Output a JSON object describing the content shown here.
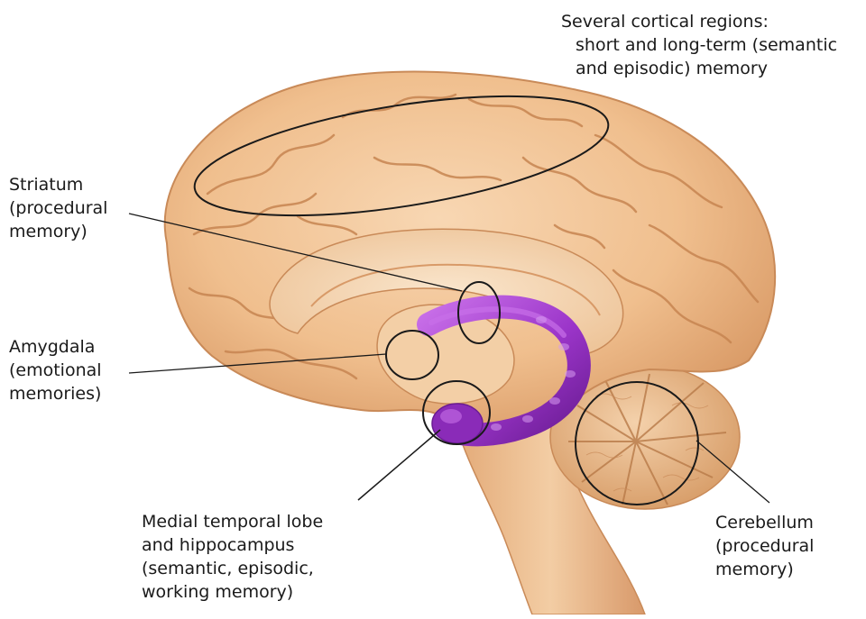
{
  "labels": {
    "cortical": {
      "line1": "Several cortical regions:",
      "line2": "short and long-term (semantic",
      "line3": "and episodic) memory"
    },
    "striatum": {
      "line1": "Striatum",
      "line2": "(procedural",
      "line3": "memory)"
    },
    "amygdala": {
      "line1": "Amygdala",
      "line2": "(emotional",
      "line3": "memories)"
    },
    "mtl": {
      "line1": "Medial temporal lobe",
      "line2": "and hippocampus",
      "line3": "(semantic, episodic,",
      "line4": "working memory)"
    },
    "cerebellum": {
      "line1": "Cerebellum",
      "line2": "(procedural",
      "line3": "memory)"
    }
  },
  "colors": {
    "brain_fill": "#f2c497",
    "brain_shadow": "#d89a68",
    "sulcus": "#c78551",
    "inner_light": "#f7dcbc",
    "hippocampus": "#9b35c9",
    "hippocampus_dark": "#6a1c93",
    "hippocampus_light": "#c86fe8",
    "outline": "#1a1a1a"
  }
}
